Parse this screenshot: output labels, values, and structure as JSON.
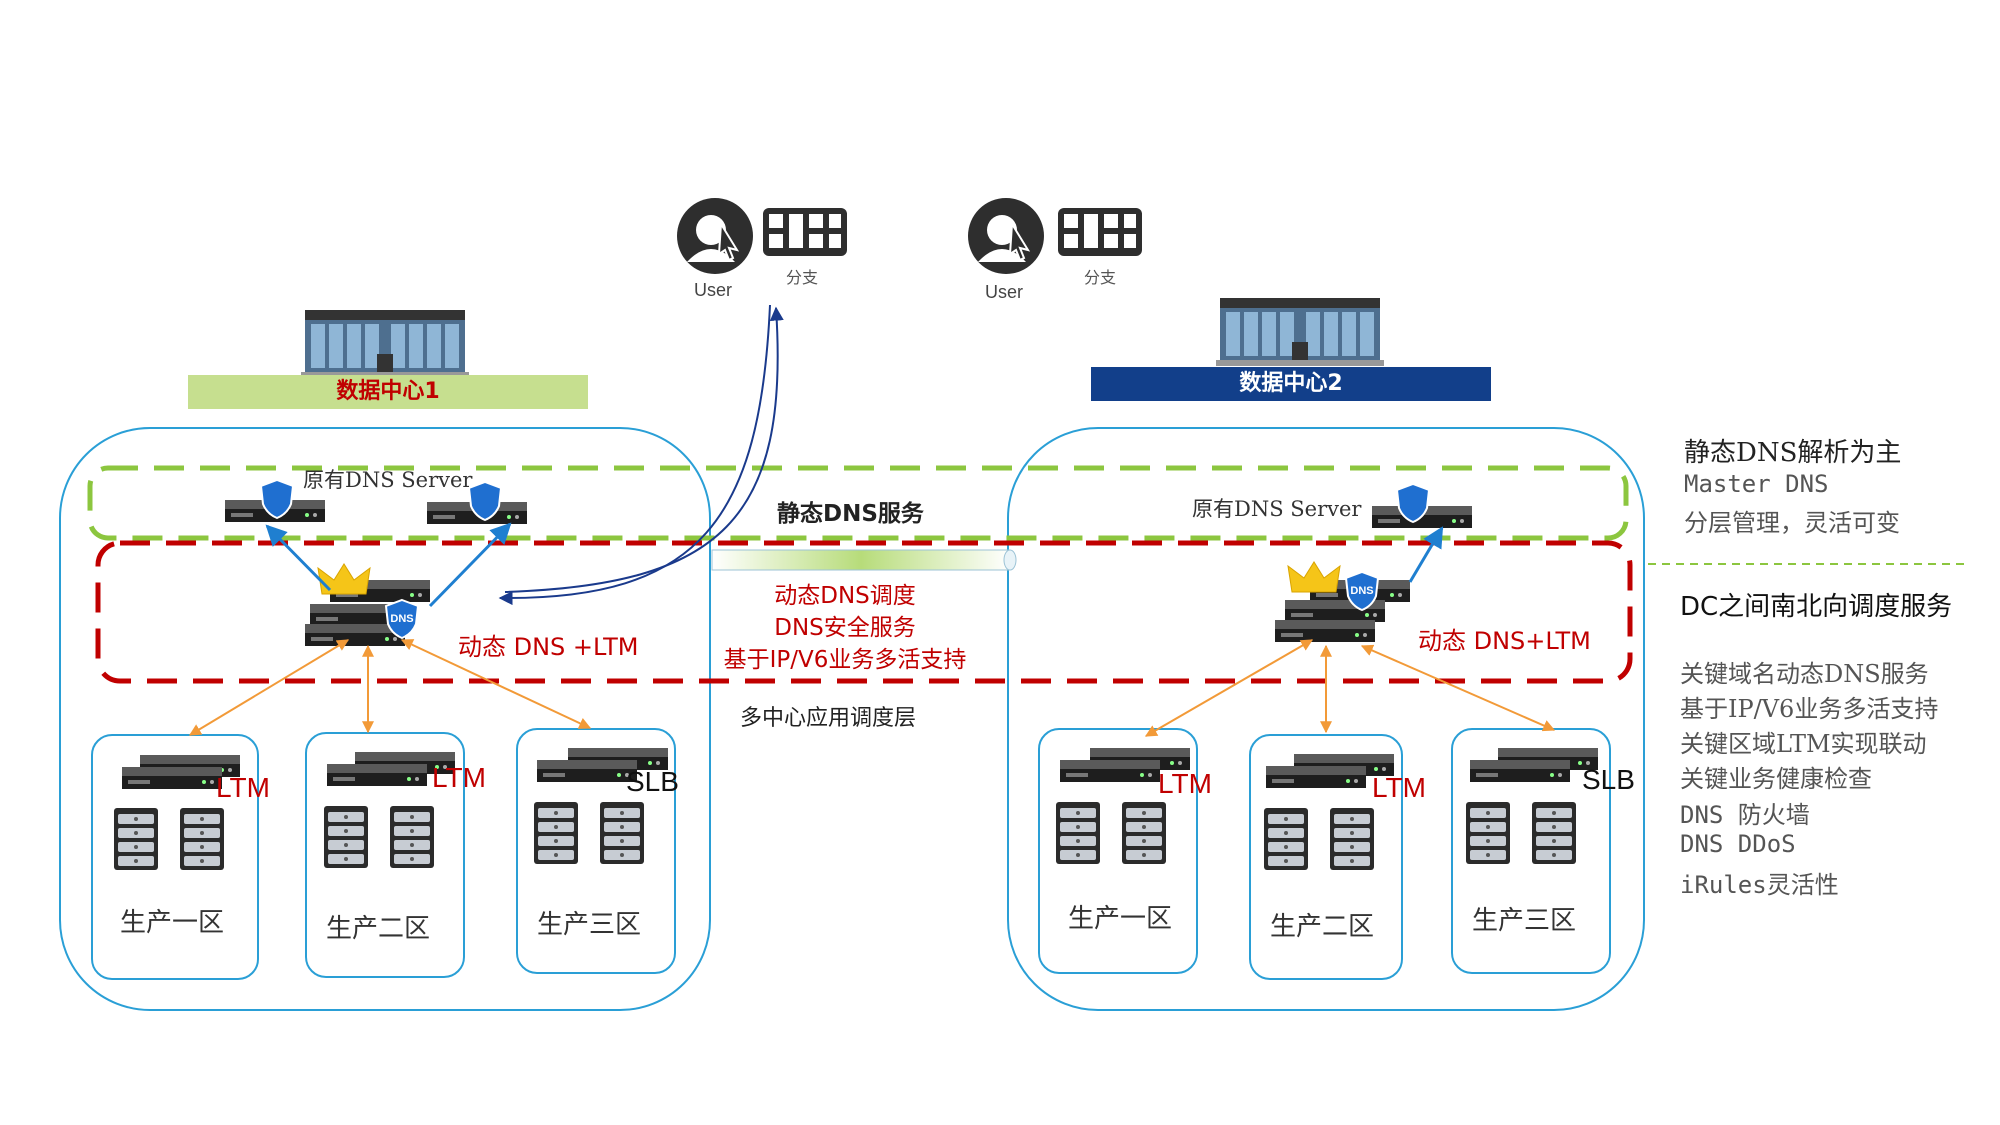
{
  "users": [
    {
      "user_label": "User",
      "branch_label": "分支"
    },
    {
      "user_label": "User",
      "branch_label": "分支"
    }
  ],
  "datacenters": [
    {
      "label": "数据中心1",
      "old_dns": "原有DNS Server",
      "dynamic": "动态 DNS +LTM",
      "zones": [
        {
          "tag": "LTM",
          "name": "生产一区"
        },
        {
          "tag": "LTM",
          "name": "生产二区"
        },
        {
          "tag": "SLB",
          "name": "生产三区"
        }
      ]
    },
    {
      "label": "数据中心2",
      "old_dns": "原有DNS Server",
      "dynamic": "动态 DNS+LTM",
      "zones": [
        {
          "tag": "LTM",
          "name": "生产一区"
        },
        {
          "tag": "LTM",
          "name": "生产二区"
        },
        {
          "tag": "SLB",
          "name": "生产三区"
        }
      ]
    }
  ],
  "middle": {
    "static_service": "静态DNS服务",
    "dynamic_lines": [
      "动态DNS调度",
      "DNS安全服务",
      "基于IP/V6业务多活支持"
    ],
    "layer": "多中心应用调度层"
  },
  "right_panel": {
    "static_title": "静态DNS解析为主",
    "static_lines": [
      "Master DNS",
      "分层管理，灵活可变"
    ],
    "dc_title": "DC之间南北向调度服务",
    "dc_lines": [
      "关键域名动态DNS服务",
      "基于IP/V6业务多活支持",
      "关键区域LTM实现联动",
      "关键业务健康检查",
      "DNS 防火墙",
      "DNS DDoS",
      "iRules灵活性"
    ]
  },
  "device_badge": "DNS",
  "colors": {
    "cloud_outline": "#2a9fd6",
    "static_dash": "#8cc63f",
    "dynamic_dash": "#c00000",
    "link_blue": "#1f7fd0",
    "link_orange": "#f29a38",
    "user_arrow": "#1a3a8c",
    "crown": "#f5c518",
    "shield": "#1f6fd0"
  }
}
